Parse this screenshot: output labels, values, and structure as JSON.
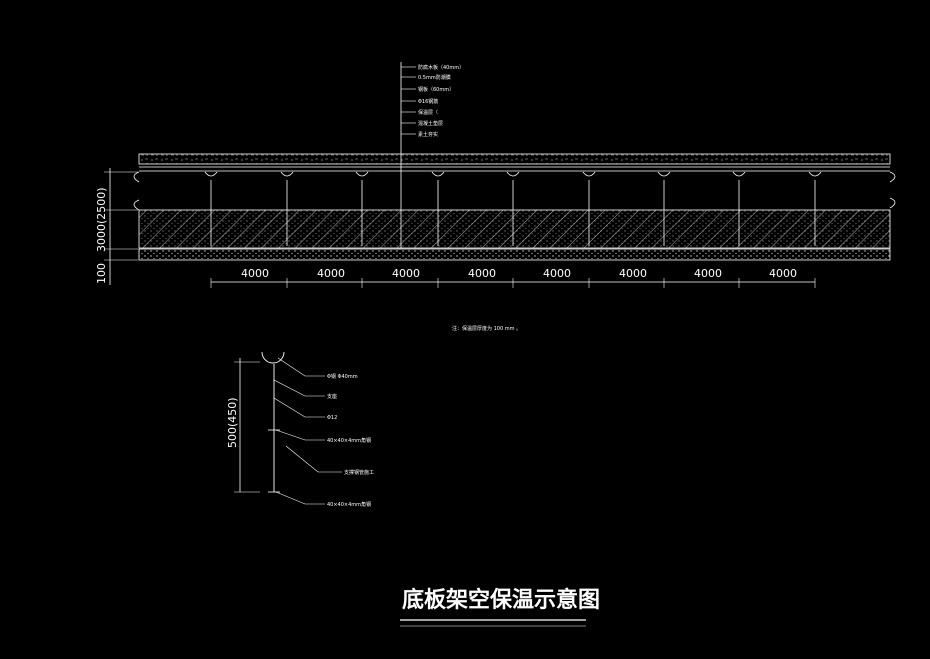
{
  "title": "底板架空保温示意图",
  "section": {
    "layer_callouts": [
      "防腐木板（40mm）",
      "0.5mm防潮膜",
      "钢板（60mm）",
      "Φ16钢筋",
      "保温层（",
      "混凝土垫层",
      "素土夯实"
    ],
    "span_dims": [
      "4000",
      "4000",
      "4000",
      "4000",
      "4000",
      "4000",
      "4000",
      "4000"
    ],
    "height_dims": [
      "3000(2500)",
      "100"
    ],
    "note": "注：保温层厚度为 100 mm 。"
  },
  "detail": {
    "height_dim": "500(450)",
    "callouts": [
      "Φ钢 Φ40mm",
      "支座",
      "Φ12",
      "40×40×4mm角钢",
      "支撑钢管施工",
      "40×40×4mm角钢"
    ]
  }
}
